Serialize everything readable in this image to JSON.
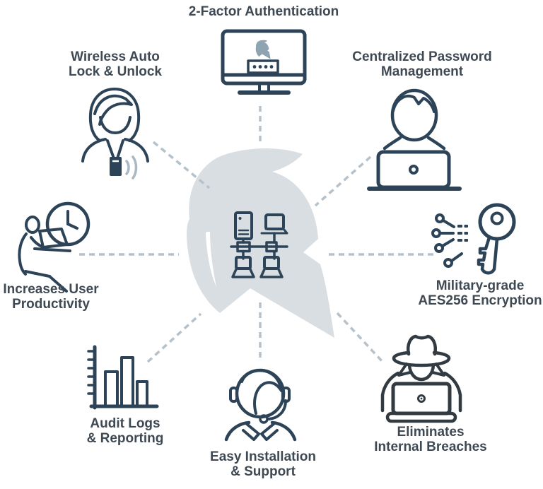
{
  "colors": {
    "icon": "#2d4357",
    "spy": "#333b42",
    "text": "#3f4953",
    "dash": "#b6c2cb",
    "watermark": "#d9dee3",
    "helmetAccent": "#8ea4b1",
    "wave": "#a9b8c2",
    "background": "#ffffff"
  },
  "center": {
    "watermark_icon": "spartan-helmet-logo",
    "hub_icon": "network-diagram-icon"
  },
  "features": [
    {
      "id": "two-factor-authentication",
      "position": "top",
      "icon": "monitor-password-icon",
      "label": "2-Factor Authentication"
    },
    {
      "id": "wireless-auto-lock-unlock",
      "position": "top-left",
      "icon": "employee-keyfob-icon",
      "label": "Wireless Auto\nLock & Unlock"
    },
    {
      "id": "centralized-password-management",
      "position": "top-right",
      "icon": "user-laptop-icon",
      "label": "Centralized Password\nManagement"
    },
    {
      "id": "increases-user-productivity",
      "position": "left",
      "icon": "productivity-clock-icon",
      "label": "Increases User\nProductivity"
    },
    {
      "id": "military-grade-aes256-encryption",
      "position": "right",
      "icon": "encryption-key-icon",
      "label": "Military-grade\nAES256 Encryption"
    },
    {
      "id": "audit-logs-reporting",
      "position": "bottom-left",
      "icon": "bar-chart-icon",
      "label": "Audit Logs\n& Reporting"
    },
    {
      "id": "easy-installation-support",
      "position": "bottom",
      "icon": "support-headset-icon",
      "label": "Easy Installation\n& Support"
    },
    {
      "id": "eliminates-internal-breaches",
      "position": "bottom-right",
      "icon": "spy-laptop-icon",
      "label": "Eliminates\nInternal Breaches"
    }
  ]
}
